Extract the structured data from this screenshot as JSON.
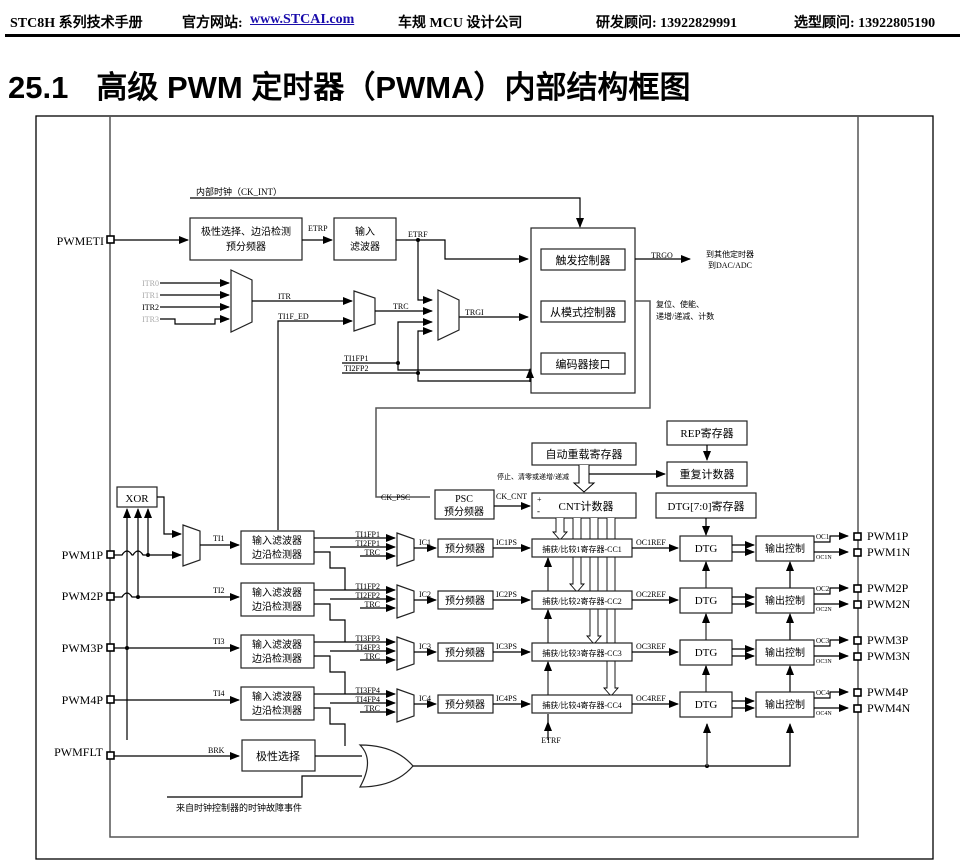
{
  "header": {
    "manual": "STC8H 系列技术手册",
    "site_label": "官方网站:",
    "site_link": "www.STCAI.com",
    "company": "车规 MCU 设计公司",
    "rd_contact": "研发顾问: 13922829991",
    "sales_contact": "选型顾问: 13922805190"
  },
  "title": {
    "number": "25.1",
    "text": "高级 PWM 定时器（PWMA）内部结构框图"
  },
  "diagram": {
    "pins_in": {
      "etr": "PWMETI",
      "p1": "PWM1P",
      "p2": "PWM2P",
      "p3": "PWM3P",
      "p4": "PWM4P",
      "flt": "PWMFLT"
    },
    "pins_out": [
      "PWM1P",
      "PWM1N",
      "PWM2P",
      "PWM2N",
      "PWM3P",
      "PWM3N",
      "PWM4P",
      "PWM4N"
    ],
    "internal_clock": "内部时钟（CK_INT）",
    "etr_block": [
      "极性选择、边沿检测",
      "预分频器"
    ],
    "etrp": "ETRP",
    "input_filter": [
      "输入",
      "滤波器"
    ],
    "etrf": "ETRF",
    "itr": [
      "ITR0",
      "ITR1",
      "ITR2",
      "ITR3"
    ],
    "itr_out": "ITR",
    "ti1f_ed": "TI1F_ED",
    "trc": "TRC",
    "trgi": "TRGI",
    "ti1fp1": "TI1FP1",
    "ti2fp2": "TI2FP2",
    "trigger_ctrl": "触发控制器",
    "slave_ctrl": "从模式控制器",
    "encoder": "编码器接口",
    "trgo": "TRGO",
    "trgo_dest": [
      "到其他定时器",
      "到DAC/ADC"
    ],
    "slave_out": [
      "复位、使能、",
      "递增/递减、计数"
    ],
    "auto_reload": "自动重载寄存器",
    "rep_reg": "REP寄存器",
    "rep_counter": "重复计数器",
    "stop_note": "停止、清零或递增/递减",
    "ck_psc": "CK_PSC",
    "psc": [
      "PSC",
      "预分频器"
    ],
    "ck_cnt": "CK_CNT",
    "cnt": "CNT计数器",
    "cnt_plus": "+",
    "cnt_minus": "-",
    "dtg_reg": "DTG[7:0]寄存器",
    "xor": "XOR",
    "channels": [
      {
        "ti": "TI1",
        "filter": [
          "输入滤波器",
          "边沿检测器"
        ],
        "fp": [
          "TI1FP1",
          "TI2FP1",
          "TRC"
        ],
        "ic": "IC1",
        "presc": "预分频器",
        "icps": "IC1PS",
        "cc": "捕获/比较1寄存器-CC1",
        "ocref": "OC1REF",
        "dtg": "DTG",
        "out": "输出控制",
        "oc": "OC1",
        "ocn": "OC1N"
      },
      {
        "ti": "TI2",
        "filter": [
          "输入滤波器",
          "边沿检测器"
        ],
        "fp": [
          "TI1FP2",
          "TI2FP2",
          "TRC"
        ],
        "ic": "IC2",
        "presc": "预分频器",
        "icps": "IC2PS",
        "cc": "捕获/比较2寄存器-CC2",
        "ocref": "OC2REF",
        "dtg": "DTG",
        "out": "输出控制",
        "oc": "OC2",
        "ocn": "OC2N"
      },
      {
        "ti": "TI3",
        "filter": [
          "输入滤波器",
          "边沿检测器"
        ],
        "fp": [
          "TI3FP3",
          "TI4FP3",
          "TRC"
        ],
        "ic": "IC3",
        "presc": "预分频器",
        "icps": "IC3PS",
        "cc": "捕获/比较3寄存器-CC3",
        "ocref": "OC3REF",
        "dtg": "DTG",
        "out": "输出控制",
        "oc": "OC3",
        "ocn": "OC3N"
      },
      {
        "ti": "TI4",
        "filter": [
          "输入滤波器",
          "边沿检测器"
        ],
        "fp": [
          "TI3FP4",
          "TI4FP4",
          "TRC"
        ],
        "ic": "IC4",
        "presc": "预分频器",
        "icps": "IC4PS",
        "cc": "捕获/比较4寄存器-CC4",
        "ocref": "OC4REF",
        "dtg": "DTG",
        "out": "输出控制",
        "oc": "OC4",
        "ocn": "OC4N"
      }
    ],
    "etrf_bottom": "ETRF",
    "brk": "BRK",
    "polarity": "极性选择",
    "clock_fault": "来自时钟控制器的时钟故障事件"
  }
}
